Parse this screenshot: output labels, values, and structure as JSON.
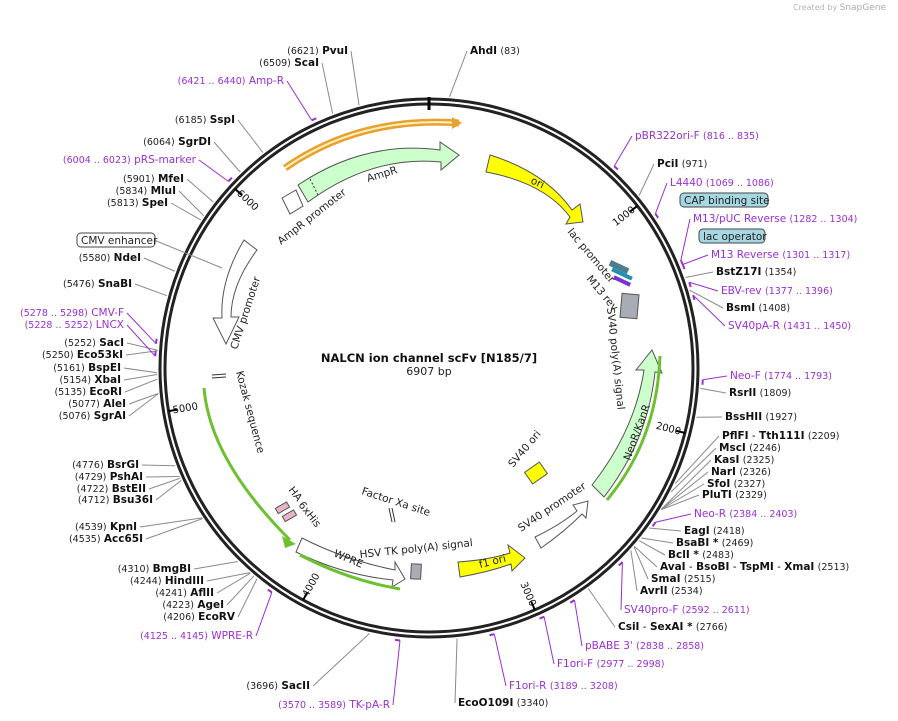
{
  "credit": {
    "prefix": "Created by",
    "brand": "SnapGene"
  },
  "plasmid": {
    "name": "NALCN ion channel scFv [N185/7]",
    "size_label": "6907 bp",
    "length": 6907
  },
  "colors": {
    "site_line": "#8a8a8a",
    "feature_purple": "#9a2fd1",
    "ori_yellow": "#ffff00",
    "amp_green": "#ccffcc",
    "gray_box": "#a8acb4",
    "teal_box": "#a6d7e3",
    "lacop_box": "#4e7b8d",
    "orange_band": "#e8a030",
    "green_band": "#6dc030"
  },
  "ticks": [
    "1000",
    "2000",
    "3000",
    "4000",
    "5000",
    "6000"
  ],
  "sites": [
    {
      "name": "AhdI",
      "pos": "(83)"
    },
    {
      "name": "PciI",
      "pos": "(971)"
    },
    {
      "name": "BstZ17I",
      "pos": "(1354)"
    },
    {
      "name": "BsmI",
      "pos": "(1408)"
    },
    {
      "name": "RsrII",
      "pos": "(1809)"
    },
    {
      "name": "BssHII",
      "pos": "(1927)"
    },
    {
      "name": "PflFI",
      "sep": " - ",
      "name2": "Tth111I",
      "pos": "(2209)"
    },
    {
      "name": "MscI",
      "pos": "(2246)"
    },
    {
      "name": "KasI",
      "pos": "(2325)"
    },
    {
      "name": "NarI",
      "pos": "(2326)"
    },
    {
      "name": "SfoI",
      "pos": "(2327)"
    },
    {
      "name": "PluTI",
      "pos": "(2329)"
    },
    {
      "name": "EagI",
      "pos": "(2418)"
    },
    {
      "name": "BsaBI *",
      "pos": "(2469)"
    },
    {
      "name": "BclI *",
      "pos": "(2483)"
    },
    {
      "name": "AvaI",
      "sep": " - ",
      "name2": "BsoBI",
      "sep2": " - ",
      "name3": "TspMI",
      "sep3": " - ",
      "name4": "XmaI",
      "pos": "(2513)"
    },
    {
      "name": "SmaI",
      "pos": "(2515)"
    },
    {
      "name": "AvrII",
      "pos": "(2534)"
    },
    {
      "name": "CsiI",
      "sep": " - ",
      "name2": "SexAI *",
      "pos": "(2766)"
    },
    {
      "name": "EcoO109I",
      "pos": "(3340)"
    },
    {
      "name": "SacII",
      "pos": "(3696)"
    },
    {
      "name": "EcoRV",
      "pos": "(4206)"
    },
    {
      "name": "AgeI",
      "pos": "(4223)"
    },
    {
      "name": "AflII",
      "pos": "(4241)"
    },
    {
      "name": "HindIII",
      "pos": "(4244)"
    },
    {
      "name": "BmgBI",
      "pos": "(4310)"
    },
    {
      "name": "Acc65I",
      "pos": "(4535)"
    },
    {
      "name": "KpnI",
      "pos": "(4539)"
    },
    {
      "name": "Bsu36I",
      "pos": "(4712)"
    },
    {
      "name": "BstEII",
      "pos": "(4722)"
    },
    {
      "name": "PshAI",
      "pos": "(4729)"
    },
    {
      "name": "BsrGI",
      "pos": "(4776)"
    },
    {
      "name": "SgrAI",
      "pos": "(5076)"
    },
    {
      "name": "AleI",
      "pos": "(5077)"
    },
    {
      "name": "EcoRI",
      "pos": "(5135)"
    },
    {
      "name": "XbaI",
      "pos": "(5154)"
    },
    {
      "name": "BspEI",
      "pos": "(5161)"
    },
    {
      "name": "Eco53kI",
      "pos": "(5250)"
    },
    {
      "name": "SacI",
      "pos": "(5252)"
    },
    {
      "name": "SnaBI",
      "pos": "(5476)"
    },
    {
      "name": "NdeI",
      "pos": "(5580)"
    },
    {
      "name": "SpeI",
      "pos": "(5813)"
    },
    {
      "name": "MluI",
      "pos": "(5834)"
    },
    {
      "name": "MfeI",
      "pos": "(5901)"
    },
    {
      "name": "SgrDI",
      "pos": "(6064)"
    },
    {
      "name": "SspI",
      "pos": "(6185)"
    },
    {
      "name": "ScaI",
      "pos": "(6509)"
    },
    {
      "name": "PvuI",
      "pos": "(6621)"
    }
  ],
  "purple_features": [
    {
      "name": "pBR322ori-F",
      "range": "(816 .. 835)"
    },
    {
      "name": "L4440",
      "range": "(1069 .. 1086)"
    },
    {
      "name": "M13/pUC Reverse",
      "range": "(1282 .. 1304)"
    },
    {
      "name": "M13 Reverse",
      "range": "(1301 .. 1317)"
    },
    {
      "name": "EBV-rev",
      "range": "(1377 .. 1396)"
    },
    {
      "name": "SV40pA-R",
      "range": "(1431 .. 1450)"
    },
    {
      "name": "Neo-F",
      "range": "(1774 .. 1793)"
    },
    {
      "name": "Neo-R",
      "range": "(2384 .. 2403)"
    },
    {
      "name": "SV40pro-F",
      "range": "(2592 .. 2611)"
    },
    {
      "name": "pBABE 3'",
      "range": "(2838 .. 2858)"
    },
    {
      "name": "F1ori-F",
      "range": "(2977 .. 2998)"
    },
    {
      "name": "F1ori-R",
      "range": "(3189 .. 3208)"
    },
    {
      "name": "TK-pA-R",
      "range": "(3570 .. 3589)"
    },
    {
      "name": "WPRE-R",
      "range": "(4125 .. 4145)"
    },
    {
      "name": "LNCX",
      "range": "(5228 .. 5252)"
    },
    {
      "name": "CMV-F",
      "range": "(5278 .. 5298)"
    },
    {
      "name": "pRS-marker",
      "range": "(6004 .. 6023)"
    },
    {
      "name": "Amp-R",
      "range": "(6421 .. 6440)"
    }
  ],
  "boxed_labels": {
    "cmv_enhancer": "CMV enhancer",
    "cap_site": "CAP binding site",
    "lac_operator": "lac operator"
  },
  "features": {
    "ori": "ori",
    "ampr": "AmpR",
    "ampr_promoter": "AmpR promoter",
    "cmv_promoter": "CMV promoter",
    "kozak": "Kozak sequence",
    "his6": "6xHis",
    "ha": "HA",
    "factor_xa": "Factor Xa site",
    "wpre": "WPRE",
    "hsv_tk": "HSV TK poly(A) signal",
    "f1_ori": "f1 ori",
    "sv40_promoter": "SV40 promoter",
    "sv40_ori": "SV40 ori",
    "neo": "NeoR/KanR",
    "sv40_polya": "SV40 poly(A) signal",
    "lac_promoter": "lac promoter",
    "m13_rev": "M13 rev"
  }
}
